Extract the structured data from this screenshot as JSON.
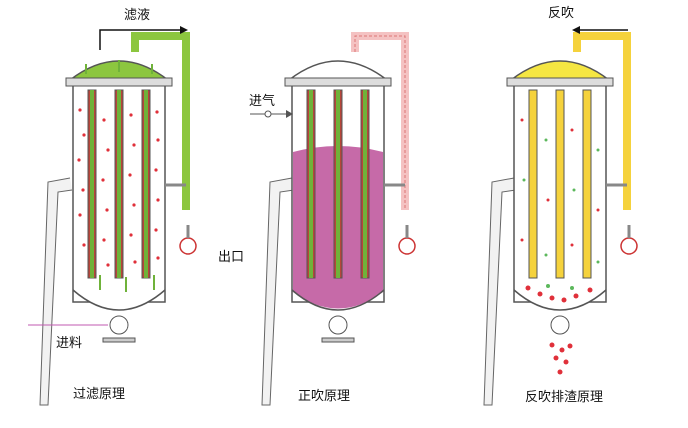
{
  "panels": [
    {
      "caption": "过滤原理",
      "labels": {
        "top": "滤液",
        "outlet": "出口",
        "inlet": "进料"
      },
      "colors": {
        "dome": "#8cc63f",
        "pipe": "#8cc63f",
        "fill": "none"
      }
    },
    {
      "caption": "正吹原理",
      "labels": {
        "side": "进气"
      },
      "colors": {
        "dome": "none",
        "pipe": "#f4c2c2",
        "fill": "#c66aa8"
      }
    },
    {
      "caption": "反吹排渣原理",
      "labels": {
        "top": "反吹"
      },
      "colors": {
        "dome": "#f5e642",
        "pipe": "#f5d23c",
        "fill": "none"
      }
    }
  ]
}
